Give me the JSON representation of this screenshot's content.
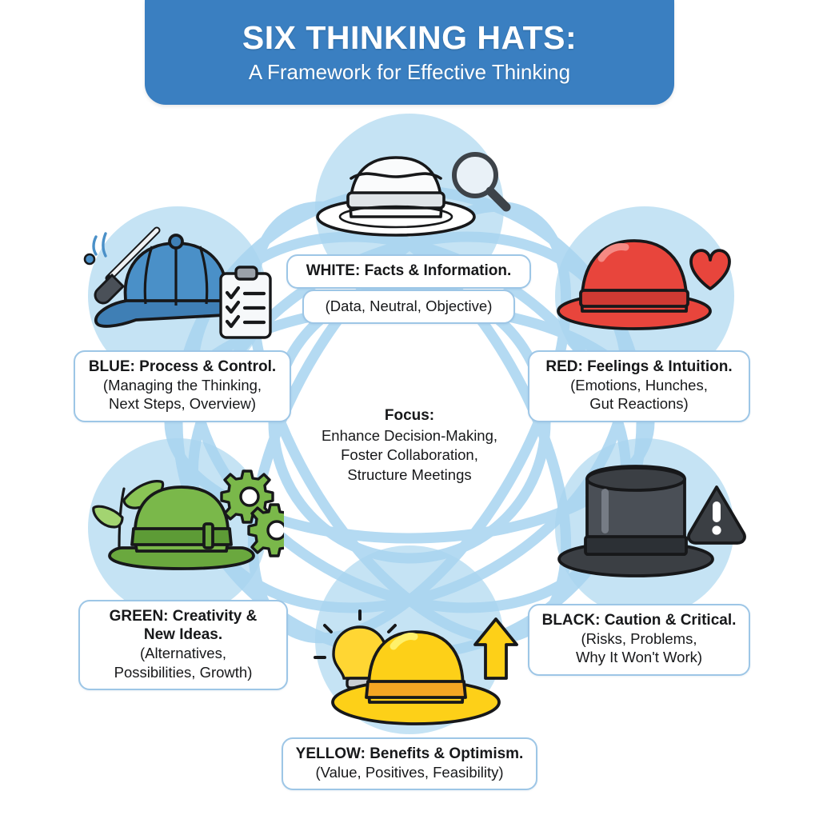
{
  "header": {
    "title": "SIX THINKING HATS:",
    "subtitle": "A Framework for Effective Thinking",
    "banner_color": "#3a7fc1"
  },
  "center": {
    "focus_label": "Focus:",
    "lines": [
      "Enhance Decision-Making,",
      "Foster Collaboration,",
      "Structure Meetings"
    ]
  },
  "theme": {
    "blob_color": "#aed8f0",
    "orbit_color": "#a8d4f0",
    "label_border": "#9dc6e6",
    "label_bg": "#ffffff",
    "text_color": "#17181a"
  },
  "hats": [
    {
      "id": "white",
      "color_name": "WHITE",
      "title": "WHITE: Facts & Information.",
      "subtitle": "(Data, Neutral, Objective)",
      "hat_style": "fedora",
      "hat_color": "#f4f6f8",
      "accent_icons": [
        "magnifier-icon"
      ]
    },
    {
      "id": "red",
      "color_name": "RED",
      "title": "RED: Feelings & Intuition.",
      "subtitle_lines": [
        "(Emotions, Hunches,",
        "Gut Reactions)"
      ],
      "hat_style": "bowler",
      "hat_color": "#e8453c",
      "accent_icons": [
        "heart-icon"
      ]
    },
    {
      "id": "black",
      "color_name": "BLACK",
      "title": "BLACK: Caution & Critical.",
      "subtitle_lines": [
        "(Risks, Problems,",
        "Why It Won't Work)"
      ],
      "hat_style": "top-hat",
      "hat_color": "#3b3f44",
      "accent_icons": [
        "warning-triangle-icon"
      ]
    },
    {
      "id": "yellow",
      "color_name": "YELLOW",
      "title": "YELLOW: Benefits & Optimism.",
      "subtitle": "(Value, Positives, Feasibility)",
      "hat_style": "sun-hat",
      "hat_color": "#fdd018",
      "accent_icons": [
        "lightbulb-icon",
        "up-arrow-icon"
      ]
    },
    {
      "id": "green",
      "color_name": "GREEN",
      "title_lines": [
        "GREEN: Creativity &",
        "New Ideas."
      ],
      "subtitle_lines": [
        "(Alternatives,",
        "Possibilities, Growth)"
      ],
      "hat_style": "bucket",
      "hat_color": "#7ab84a",
      "accent_icons": [
        "leaf-sprout-icon",
        "gear-icon",
        "gear-icon"
      ]
    },
    {
      "id": "blue",
      "color_name": "BLUE",
      "title": "BLUE: Process & Control.",
      "subtitle_lines": [
        "(Managing the Thinking,",
        "Next Steps, Overview)"
      ],
      "hat_style": "baseball-cap",
      "hat_color": "#4a90c8",
      "accent_icons": [
        "baton-icon",
        "clipboard-checklist-icon"
      ]
    }
  ]
}
